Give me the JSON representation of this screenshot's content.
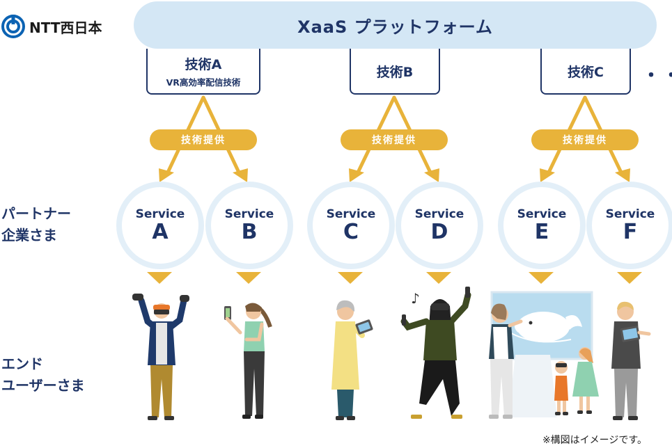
{
  "logo": {
    "text": "NTT西日本"
  },
  "platform": {
    "label": "XaaS プラットフォーム"
  },
  "techs": [
    {
      "name": "技術A",
      "sub": "VR高効率配信技術"
    },
    {
      "name": "技術B"
    },
    {
      "name": "技術C"
    }
  ],
  "more": "・・・",
  "provide_label": "技術提供",
  "services": [
    {
      "word": "Service",
      "letter": "A"
    },
    {
      "word": "Service",
      "letter": "B"
    },
    {
      "word": "Service",
      "letter": "C"
    },
    {
      "word": "Service",
      "letter": "D"
    },
    {
      "word": "Service",
      "letter": "E"
    },
    {
      "word": "Service",
      "letter": "F"
    }
  ],
  "labels": {
    "partner": "パートナー\n企業さま",
    "enduser": "エンド\nユーザーさま"
  },
  "note": "※構図はイメージです。",
  "colors": {
    "navy": "#1f3466",
    "gold": "#e8b33a",
    "light_blue": "#d4e7f5",
    "ring": "#e3eff8"
  }
}
